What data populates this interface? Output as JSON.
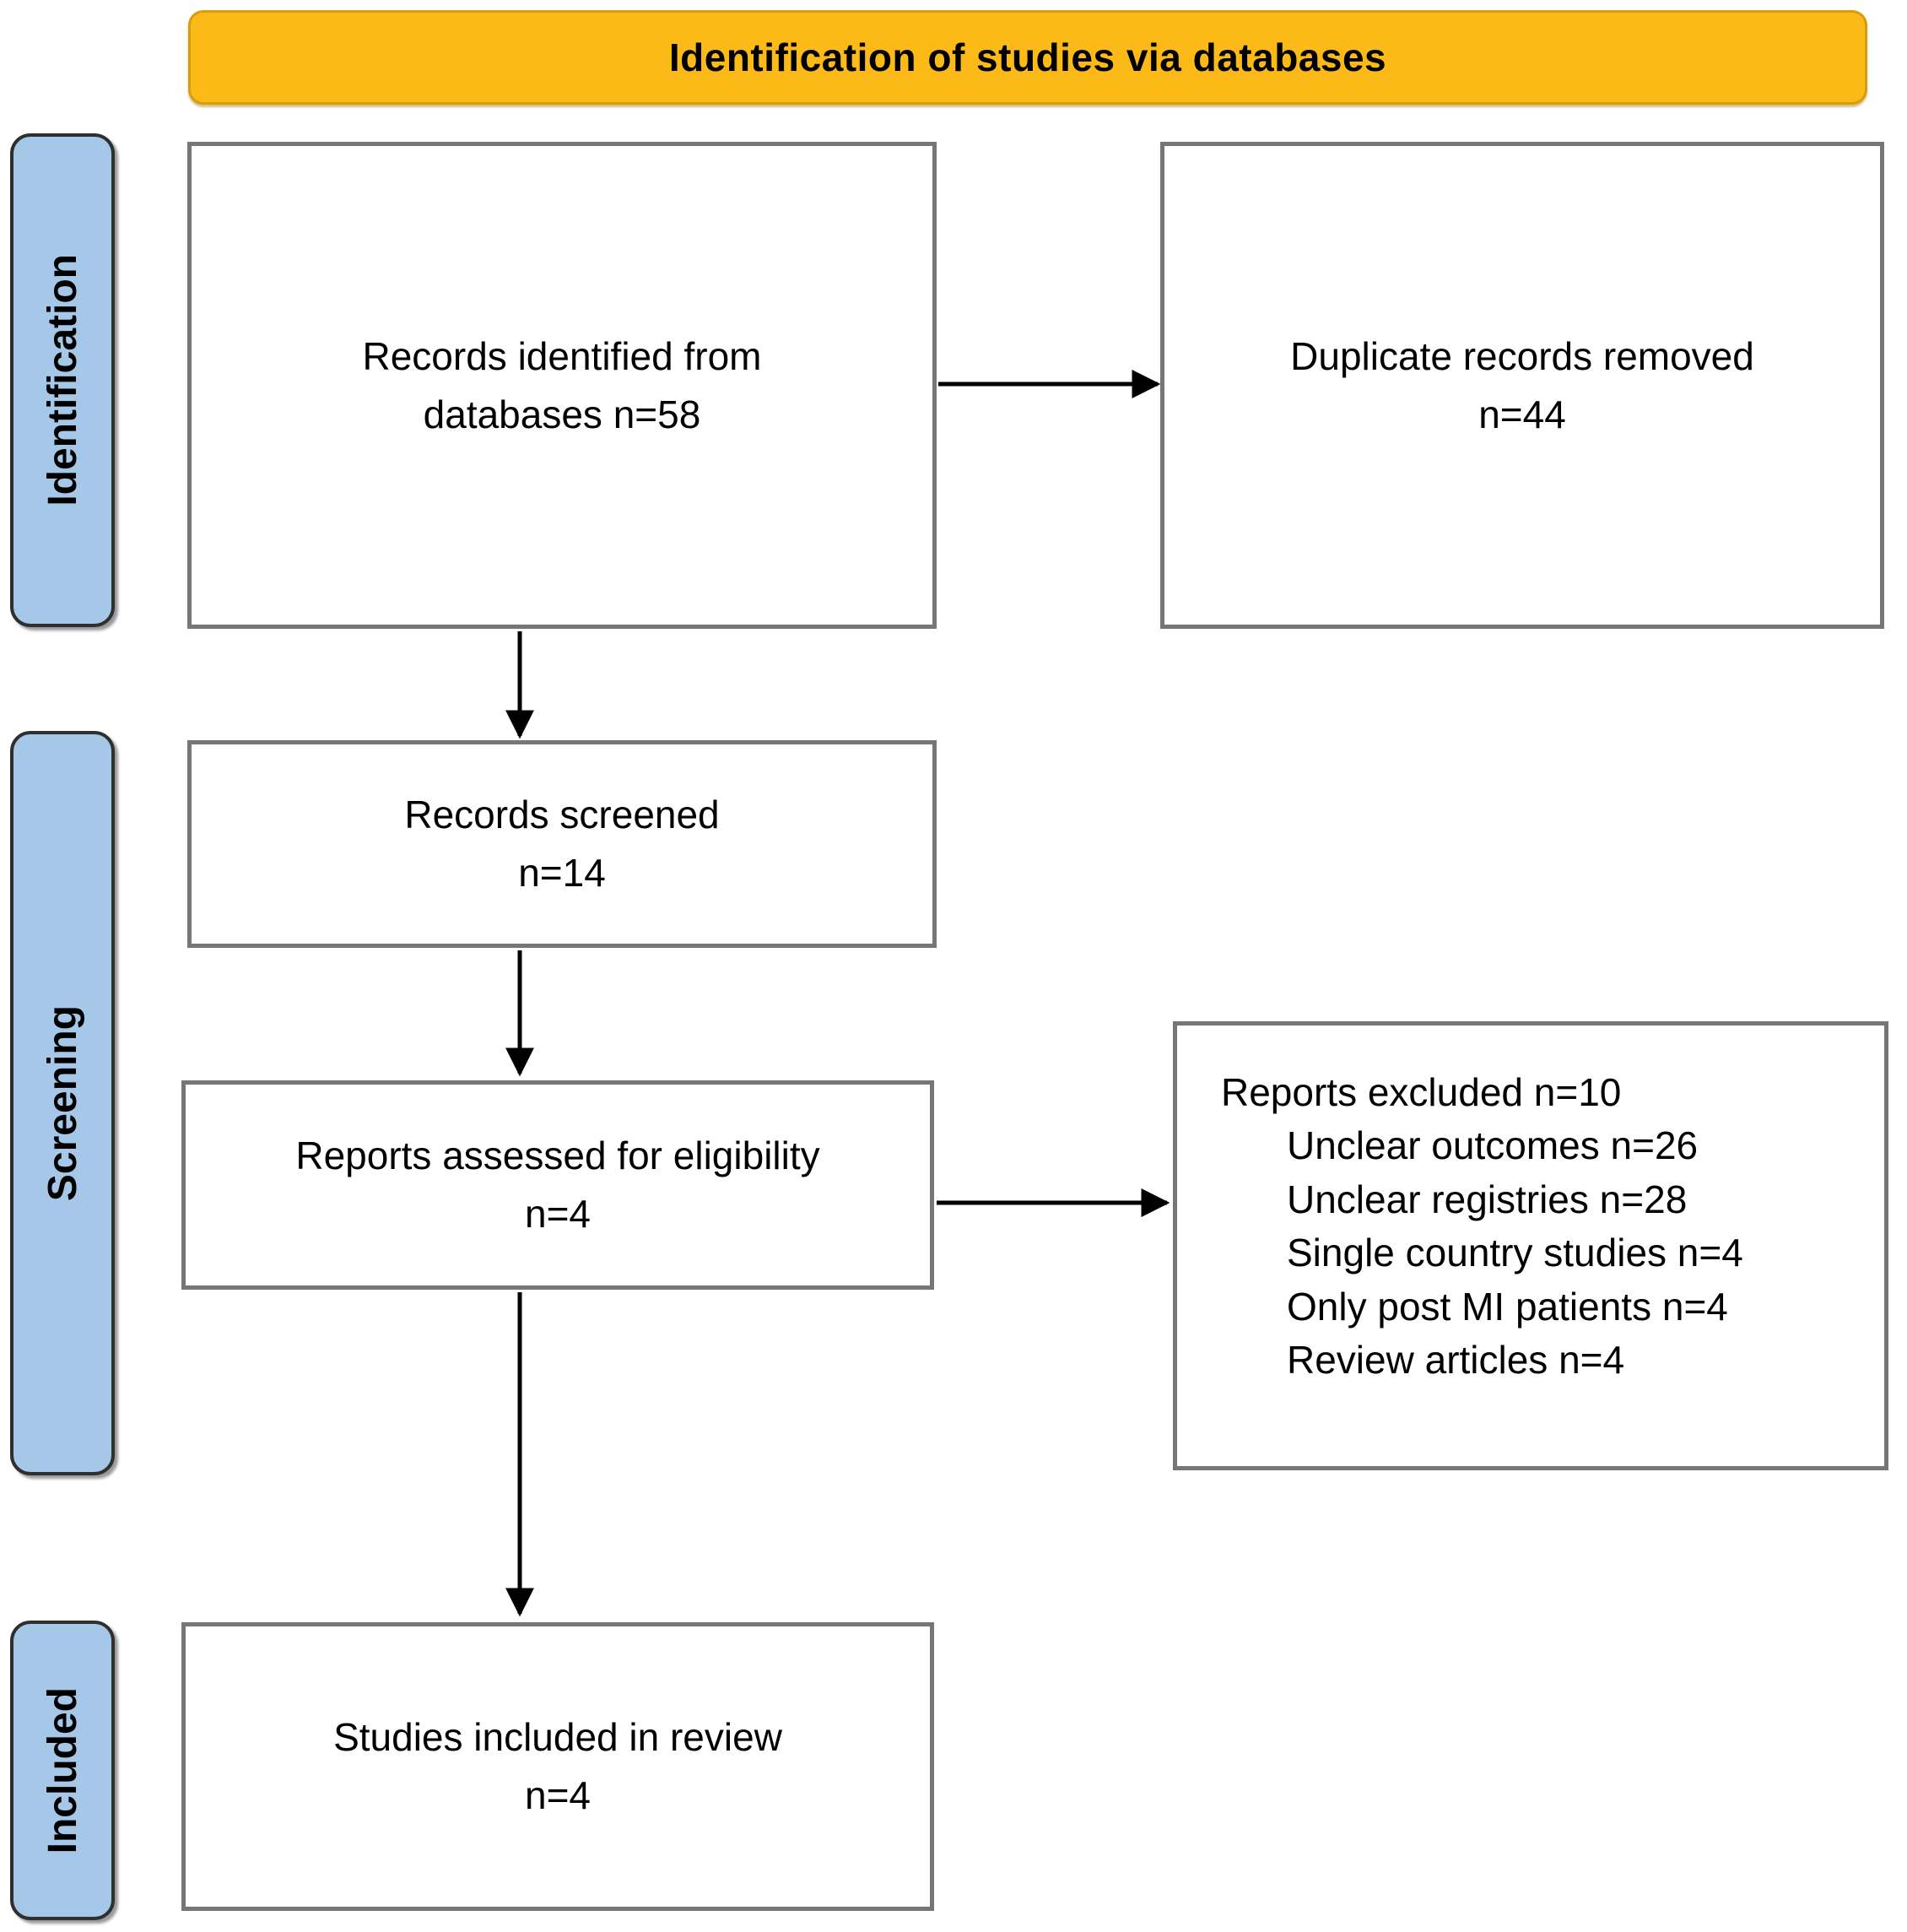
{
  "title_banner": {
    "label": "Identification of studies via databases"
  },
  "stage_labels": {
    "identification": "Identification",
    "screening": "Screening",
    "included": "Included"
  },
  "boxes": {
    "records_identified": {
      "lines": [
        "Records identified from",
        "databases n=58"
      ]
    },
    "duplicates_removed": {
      "lines": [
        "Duplicate records removed",
        "n=44"
      ]
    },
    "records_screened": {
      "lines": [
        "Records screened",
        "n=14"
      ]
    },
    "reports_assessed": {
      "lines": [
        "Reports assessed for eligibility",
        "n=4"
      ]
    },
    "reports_excluded": {
      "title": "Reports excluded n=10",
      "items": [
        "Unclear outcomes n=26",
        "Unclear registries n=28",
        "Single country studies n=4",
        "Only post MI patients n=4",
        "Review articles n=4"
      ]
    },
    "studies_included": {
      "lines": [
        "Studies included in review",
        "n=4"
      ]
    }
  },
  "colors": {
    "banner_bg": "#FBBA17",
    "banner_border": "#D79D0B",
    "stage_bg": "#A5C8E9",
    "stage_border": "#2F2F2F",
    "box_border": "#767676",
    "arrow": "#000000"
  }
}
